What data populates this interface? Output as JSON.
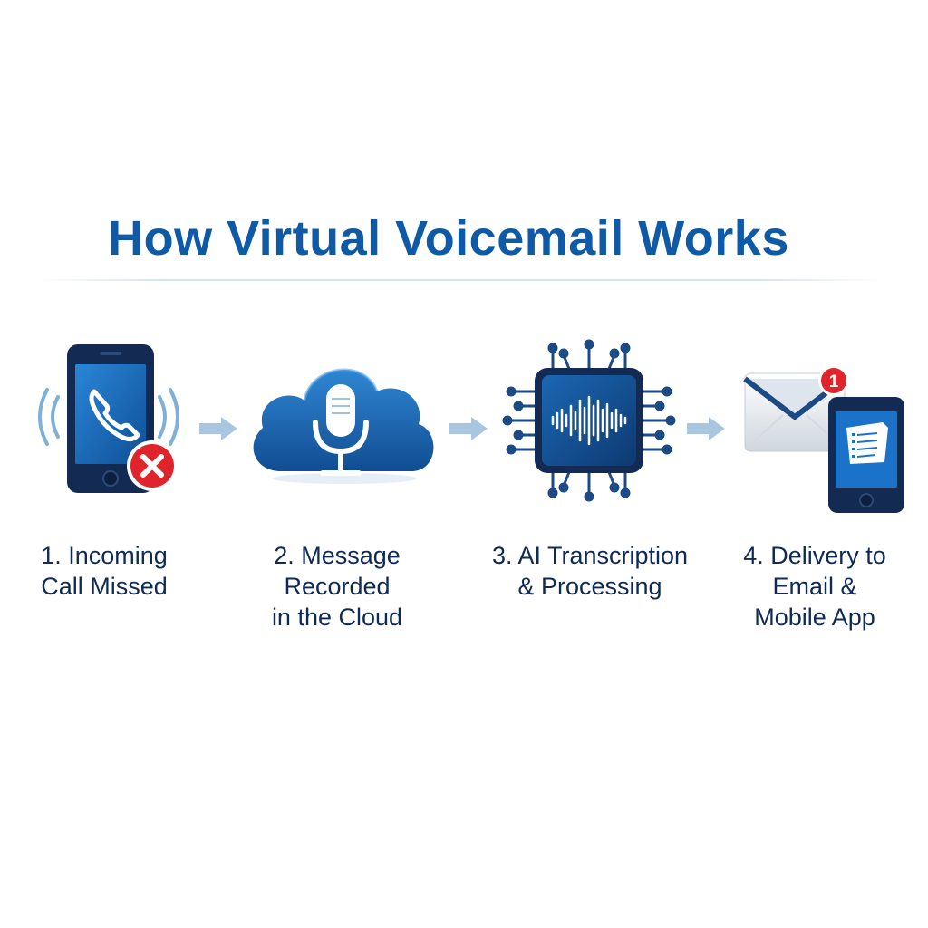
{
  "title": "How Virtual Voicemail Works",
  "steps": [
    {
      "icon": "missed-call-phone-icon",
      "label": "1. Incoming\nCall Missed"
    },
    {
      "icon": "cloud-microphone-icon",
      "label": "2. Message\nRecorded\nin the Cloud"
    },
    {
      "icon": "ai-chip-waveform-icon",
      "label": "3. AI Transcription\n& Processing"
    },
    {
      "icon": "email-mobile-delivery-icon",
      "label": "4. Delivery to\nEmail &\nMobile App"
    }
  ],
  "notification_badge": "1",
  "colors": {
    "title": "#0f5aa6",
    "label": "#0f2a55",
    "primary_blue": "#1565c0",
    "dark_navy": "#132a52",
    "arrow": "#a9c6e0",
    "alert_red": "#e0242b"
  }
}
